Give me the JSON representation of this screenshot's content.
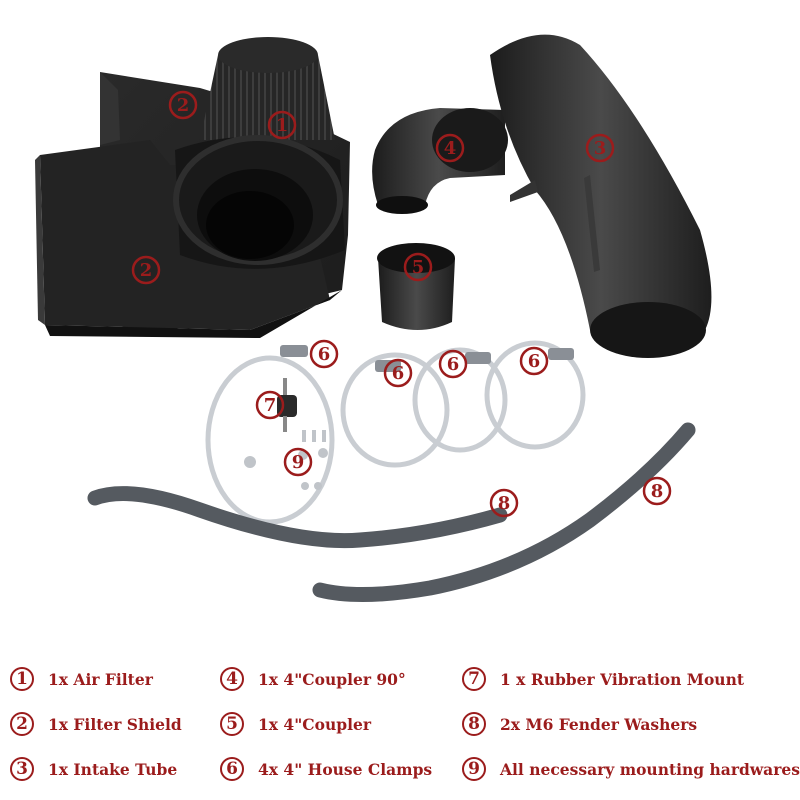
{
  "colors": {
    "accent": "#9b1c1c",
    "part_dark": "#2a2a2a"
  },
  "markers": [
    {
      "number": "1",
      "part": "air-filter"
    },
    {
      "number": "2",
      "part": "filter-shield-top"
    },
    {
      "number": "2",
      "part": "filter-shield-front"
    },
    {
      "number": "3",
      "part": "intake-tube"
    },
    {
      "number": "4",
      "part": "coupler-90"
    },
    {
      "number": "5",
      "part": "coupler"
    },
    {
      "number": "6",
      "part": "clamp-1"
    },
    {
      "number": "6",
      "part": "clamp-2"
    },
    {
      "number": "6",
      "part": "clamp-3"
    },
    {
      "number": "6",
      "part": "clamp-4"
    },
    {
      "number": "7",
      "part": "vibration-mount"
    },
    {
      "number": "8",
      "part": "hose-1"
    },
    {
      "number": "8",
      "part": "hose-2"
    },
    {
      "number": "9",
      "part": "hardware"
    }
  ],
  "legend": [
    {
      "number": "1",
      "label": "1x Air Filter"
    },
    {
      "number": "2",
      "label": "1x Filter Shield"
    },
    {
      "number": "3",
      "label": "1x Intake Tube"
    },
    {
      "number": "4",
      "label": "1x 4\"Coupler 90°"
    },
    {
      "number": "5",
      "label": "1x 4\"Coupler"
    },
    {
      "number": "6",
      "label": "4x 4\" House Clamps"
    },
    {
      "number": "7",
      "label": "1 x Rubber Vibration Mount"
    },
    {
      "number": "8",
      "label": "2x M6 Fender Washers"
    },
    {
      "number": "9",
      "label": "All necessary mounting hardwares"
    }
  ]
}
